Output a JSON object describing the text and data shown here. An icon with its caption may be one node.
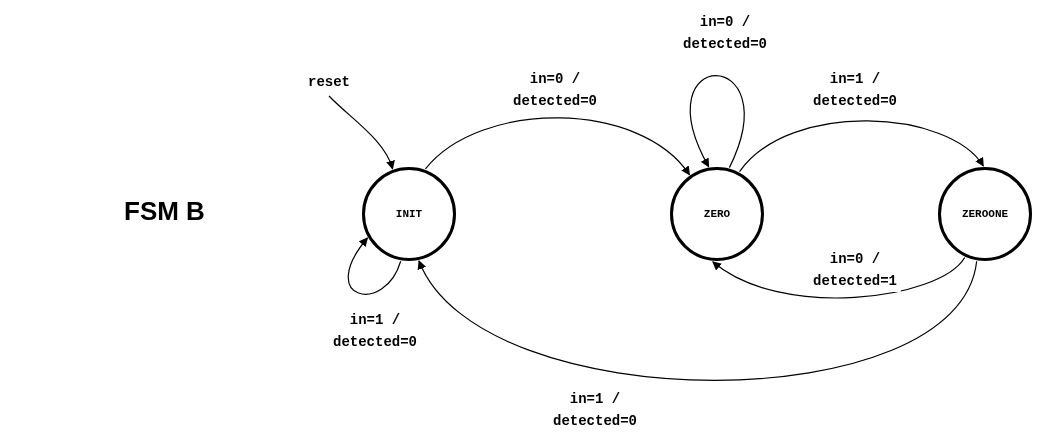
{
  "diagram": {
    "title": "FSM B",
    "nodes": [
      {
        "text": [
          "reset"
        ]
      },
      {
        "text": [
          "INIT"
        ]
      },
      {
        "text": [
          "ZERO"
        ]
      },
      {
        "text": [
          "ZEROONE"
        ]
      }
    ],
    "edges": [
      {
        "from": 0,
        "to": 1,
        "arrow": "to"
      },
      {
        "from": 1,
        "to": 1,
        "arrow": "to",
        "label": "in=1 / detected=0"
      },
      {
        "from": 1,
        "to": 2,
        "arrow": "to",
        "label": "in=0 / detected=0"
      },
      {
        "from": 2,
        "to": 2,
        "arrow": "to",
        "label": "in=0 / detected=0"
      },
      {
        "from": 2,
        "to": 3,
        "arrow": "to",
        "label": "in=1 / detected=0"
      },
      {
        "from": 3,
        "to": 2,
        "arrow": "to",
        "label": "in=0 / detected=1"
      },
      {
        "from": 3,
        "to": 1,
        "arrow": "to",
        "label": "in=1 / detected=0"
      }
    ]
  }
}
